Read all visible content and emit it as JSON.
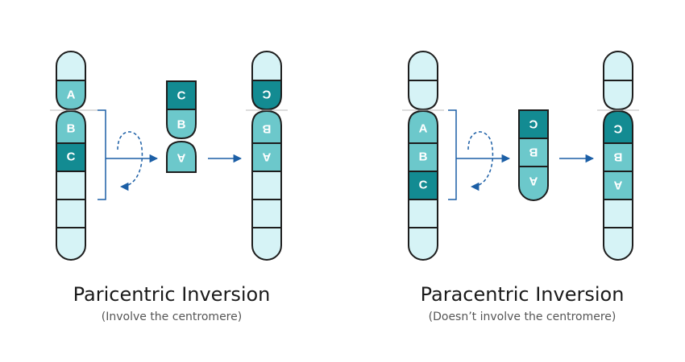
{
  "colors": {
    "light": "#d6f3f6",
    "mid": "#6cc8cb",
    "dark": "#138b92",
    "outline": "#1d1d1d",
    "arrow": "#1c5fa6",
    "text_white": "#ffffff"
  },
  "labels": {
    "a": "A",
    "b": "B",
    "c": "C"
  },
  "pericentric": {
    "title": "Paricentric Inversion",
    "subtitle": "(Involve the centromere)"
  },
  "paracentric": {
    "title": "Paracentric Inversion",
    "subtitle": "(Doesn’t involve the centromere)"
  }
}
